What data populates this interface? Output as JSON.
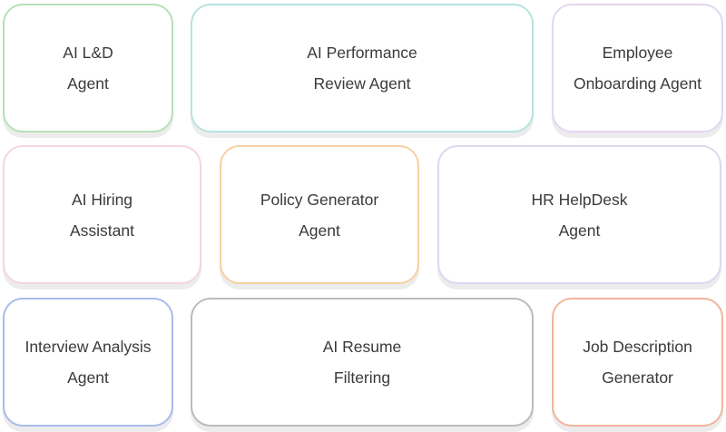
{
  "cards": [
    {
      "line1": "AI L&D",
      "line2": "Agent",
      "color": "#b8e0b8"
    },
    {
      "line1": "AI Performance",
      "line2": "Review Agent",
      "color": "#b5e3e0"
    },
    {
      "line1": "Employee",
      "line2": "Onboarding Agent",
      "color": "#e4d6f1"
    },
    {
      "line1": "AI Hiring",
      "line2": "Assistant",
      "color": "#f5d6da"
    },
    {
      "line1": "Policy Generator",
      "line2": "Agent",
      "color": "#f6d0a2"
    },
    {
      "line1": "HR HelpDesk",
      "line2": "Agent",
      "color": "#dcd8ef"
    },
    {
      "line1": "Interview Analysis",
      "line2": "Agent",
      "color": "#a8bbee"
    },
    {
      "line1": "AI Resume",
      "line2": "Filtering",
      "color": "#bbbbbb"
    },
    {
      "line1": "Job Description",
      "line2": "Generator",
      "color": "#f2b59c"
    }
  ]
}
